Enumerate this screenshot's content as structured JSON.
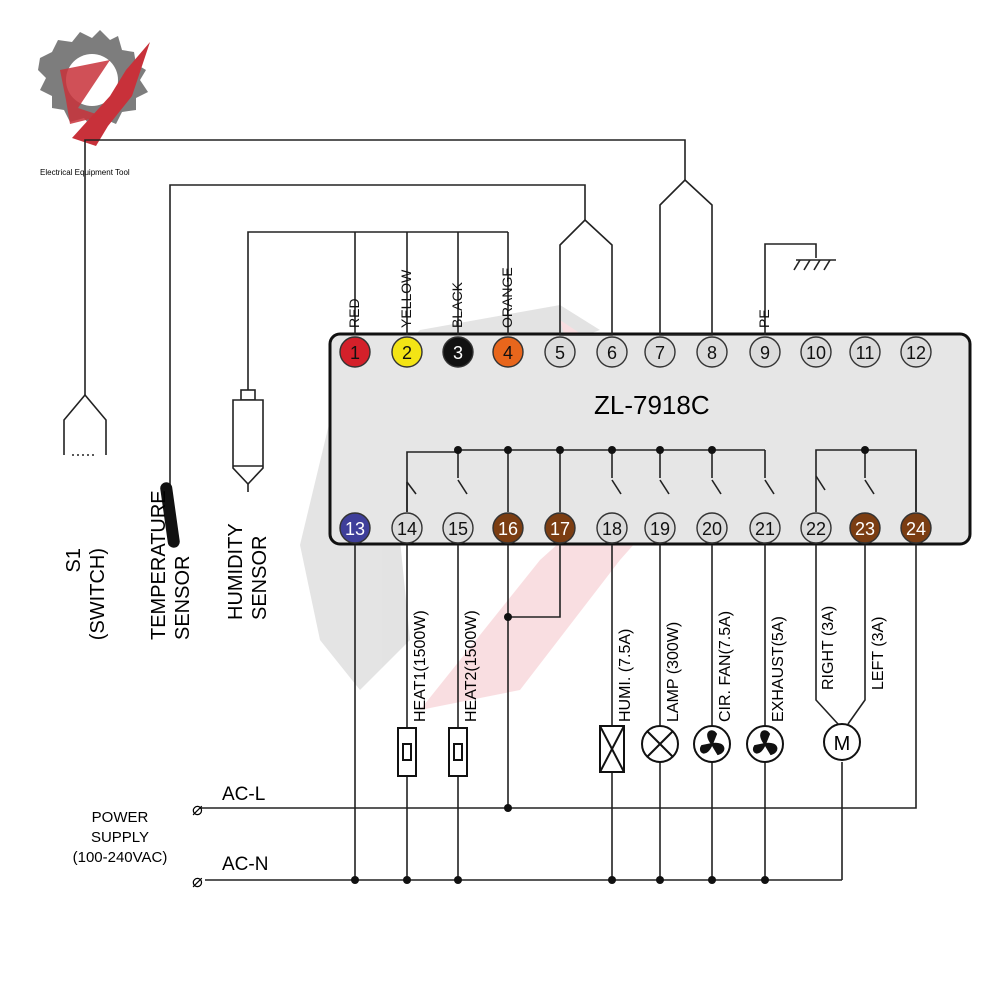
{
  "logo": {
    "caption": "Electrical Equipment Tool",
    "colors": {
      "gear": "#7d7d7d",
      "accent": "#c8313a"
    }
  },
  "controller": {
    "model": "ZL-7918C",
    "top_terminals": [
      {
        "num": "1",
        "fill": "#d4202a",
        "wire": "RED"
      },
      {
        "num": "2",
        "fill": "#f3e415",
        "wire": "YELLOW"
      },
      {
        "num": "3",
        "fill": "#111111",
        "wire": "BLACK"
      },
      {
        "num": "4",
        "fill": "#e8661c",
        "wire": "ORANGE"
      },
      {
        "num": "5",
        "fill": "#dcdcdc",
        "wire": ""
      },
      {
        "num": "6",
        "fill": "#dcdcdc",
        "wire": ""
      },
      {
        "num": "7",
        "fill": "#dcdcdc",
        "wire": ""
      },
      {
        "num": "8",
        "fill": "#dcdcdc",
        "wire": ""
      },
      {
        "num": "9",
        "fill": "#dcdcdc",
        "wire": "PE"
      },
      {
        "num": "10",
        "fill": "#dcdcdc",
        "wire": ""
      },
      {
        "num": "11",
        "fill": "#dcdcdc",
        "wire": ""
      },
      {
        "num": "12",
        "fill": "#dcdcdc",
        "wire": ""
      }
    ],
    "bottom_terminals": [
      {
        "num": "13",
        "fill": "#3f3f9a"
      },
      {
        "num": "14",
        "fill": "#dcdcdc"
      },
      {
        "num": "15",
        "fill": "#dcdcdc"
      },
      {
        "num": "16",
        "fill": "#7b3d12"
      },
      {
        "num": "17",
        "fill": "#7b3d12"
      },
      {
        "num": "18",
        "fill": "#dcdcdc"
      },
      {
        "num": "19",
        "fill": "#dcdcdc"
      },
      {
        "num": "20",
        "fill": "#dcdcdc"
      },
      {
        "num": "21",
        "fill": "#dcdcdc"
      },
      {
        "num": "22",
        "fill": "#dcdcdc"
      },
      {
        "num": "23",
        "fill": "#7b3d12"
      },
      {
        "num": "24",
        "fill": "#7b3d12"
      }
    ]
  },
  "sensors": {
    "s1": [
      "S1",
      "(SWITCH)"
    ],
    "temperature": [
      "TEMPERATURE",
      "SENSOR"
    ],
    "humidity": [
      "HUMIDITY",
      "SENSOR"
    ]
  },
  "loads": {
    "heat1": "HEAT1(1500W)",
    "heat2": "HEAT2(1500W)",
    "humi": "HUMI. (7.5A)",
    "lamp": "LAMP (300W)",
    "cir_fan": "CIR. FAN(7.5A)",
    "exhaust": "EXHAUST(5A)",
    "right": "RIGHT (3A)",
    "left": "LEFT (3A)",
    "motor_symbol": "M"
  },
  "power": {
    "label": [
      "POWER",
      "SUPPLY",
      "(100-240VAC)"
    ],
    "ac_l": "AC-L",
    "ac_n": "AC-N",
    "terminal_symbol": "⌀"
  }
}
